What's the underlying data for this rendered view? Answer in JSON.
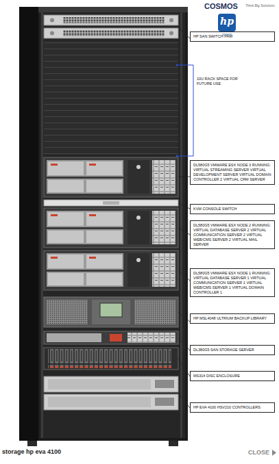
{
  "diagram": {
    "caption": "storage hp eva 4100",
    "nodes": [
      {
        "text": [
          "HP SAN SWITCH PAIR"
        ]
      },
      {
        "text": [
          "DL580G5 VMWARE ESX NODE 3 RUNNING: VIRTUAL STREAMING SERVER VIRTUAL DEVELOPMENT SERVER VIRTUAL DOMAIN CONTROLLER 2 VIRTUAL CRM SERVER"
        ]
      },
      {
        "text": [
          "KVM CONSOLE SWITCH"
        ]
      },
      {
        "text": [
          "DL580G5 VMWARE ESX NODE 2 RUNNING: VIRTUAL DATABASE SERVER 2 VIRTUAL COMMUNICATION SERVER 2 VIRTUAL WEB/CMS SERVER 2 VIRTUAL MAIL SERVER"
        ]
      },
      {
        "text": [
          "DL580G5 VMWARE ESX NODE 1 RUNNING: VIRTUAL DATABASE SERVER 1 VIRTUAL COMMUNICATION SERVER 1 VIRTUAL WEB/CMS SERVER 1 VIRTUAL DOMAIN CONTROLLER 1"
        ]
      },
      {
        "text": [
          "HP MSL4048 ULTRIUM BACKUP LIBRARY"
        ]
      },
      {
        "text": [
          "DL380G5 SAN STORAGE SERVER"
        ]
      },
      {
        "text": [
          "MS314 DISC ENCLOSURE"
        ]
      },
      {
        "text": [
          "HP EVA 4100 HSV210 CONTROLLERS"
        ]
      }
    ],
    "labels": [
      "COSMOS",
      "Think Big Solutions",
      "hp",
      "invent",
      "10U RACK SPACE FOR FUTURE USE",
      "CLOSE"
    ]
  }
}
